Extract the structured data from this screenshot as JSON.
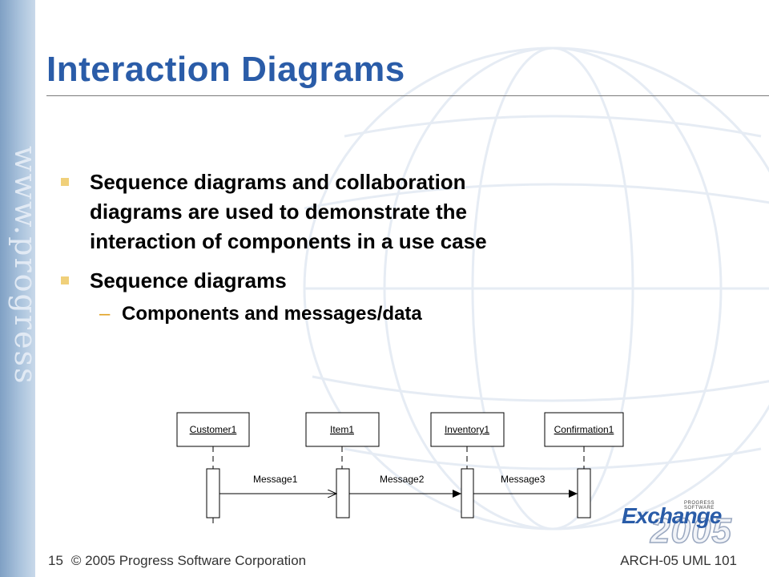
{
  "slide": {
    "title": "Interaction Diagrams",
    "bullets": [
      {
        "lines": [
          "Sequence diagrams and collaboration",
          "diagrams are used to demonstrate the",
          "interaction of components in a use case"
        ]
      },
      {
        "lines": [
          "Sequence diagrams"
        ]
      }
    ],
    "sub_marker": "–",
    "sub_bullet": "Components and messages/data",
    "side_watermark": "www.progress"
  },
  "diagram": {
    "objects": [
      "Customer1",
      "Item1",
      "Inventory1",
      "Confirmation1"
    ],
    "messages": [
      "Message1",
      "Message2",
      "Message3"
    ]
  },
  "logo": {
    "small": "PROGRESS SOFTWARE",
    "main": "Exchange",
    "year": "2005"
  },
  "footer": {
    "page": "15",
    "copyright": "© 2005 Progress Software Corporation",
    "course": "ARCH-05 UML 101"
  },
  "colors": {
    "title": "#2a5ca8",
    "bullet_marker": "#f0d07a",
    "sub_marker": "#e0a020"
  }
}
